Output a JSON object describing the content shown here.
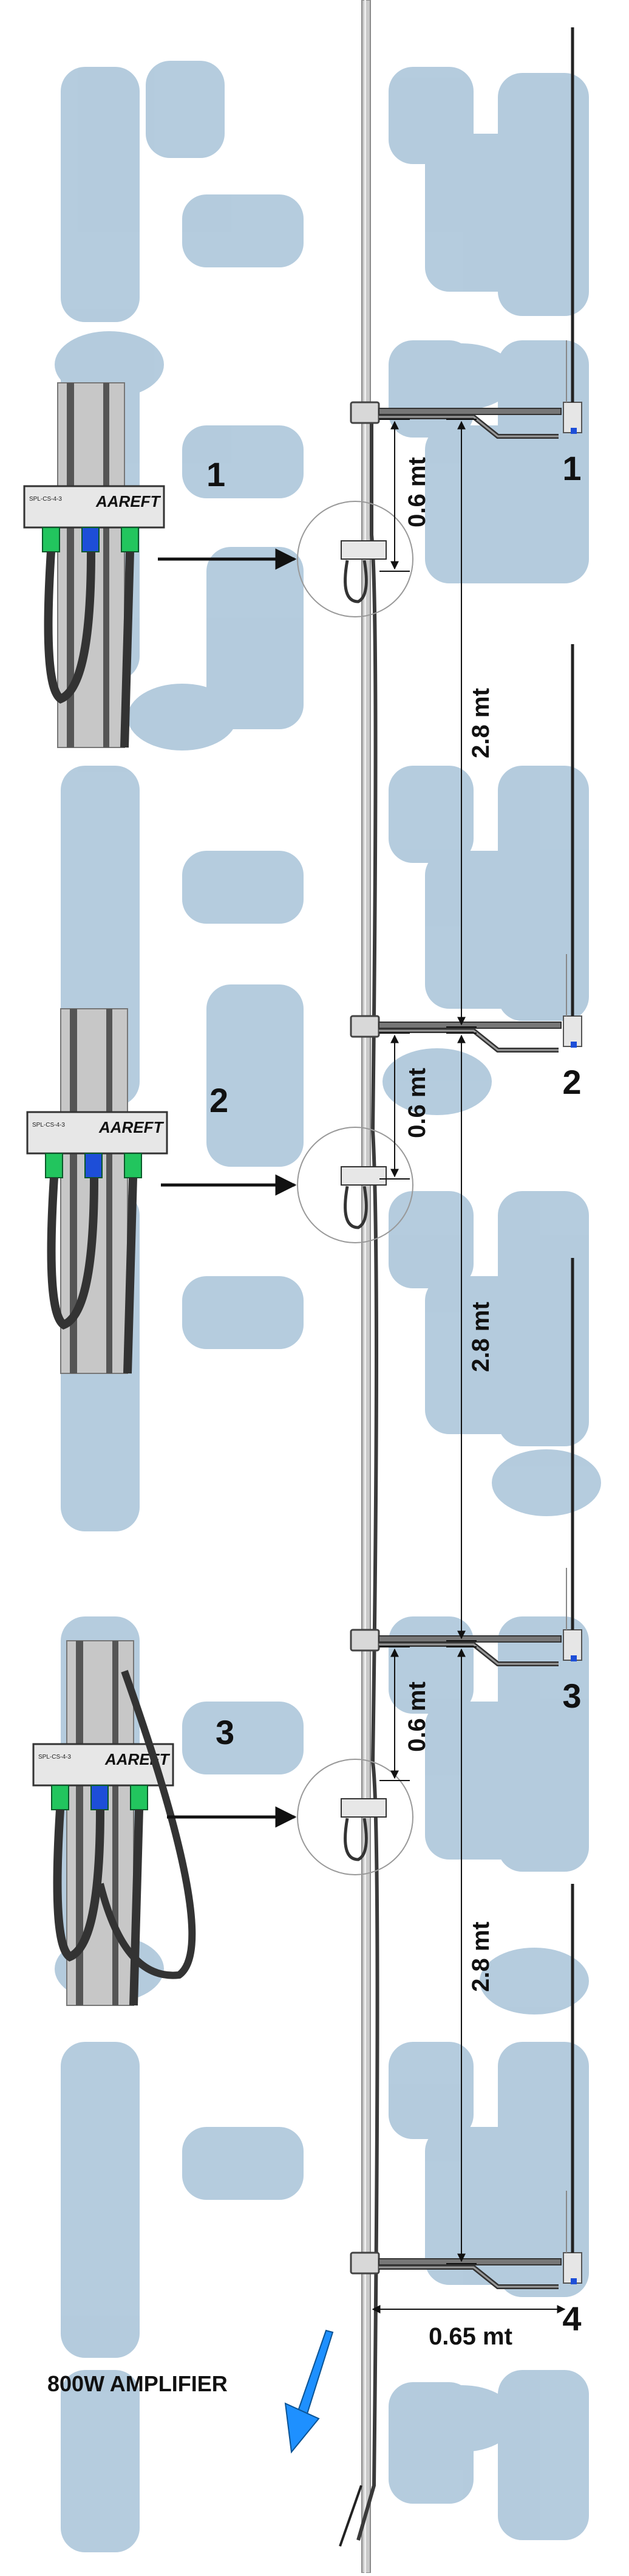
{
  "colors": {
    "watermark": "#a8c3d8",
    "mast": "#b8b8b8",
    "boom": "#555555",
    "coax": "#3a3a3a",
    "connector_green": "#22c55e",
    "connector_blue": "#1d4ed8",
    "amplifier_arrow": "#1e90ff"
  },
  "icons": {
    "watermark": "watermark-logo",
    "arrow": "right-arrow-icon",
    "amplifier_arrow": "down-left-arrow-icon"
  },
  "diagram": {
    "dipoles": [
      {
        "label": "1"
      },
      {
        "label": "2"
      },
      {
        "label": "3"
      },
      {
        "label": "4"
      }
    ],
    "splitters": [
      {
        "label": "1",
        "brand": "AAREFT",
        "model": "SPL-CS-4-3"
      },
      {
        "label": "2",
        "brand": "AAREFT",
        "model": "SPL-CS-4-3"
      },
      {
        "label": "3",
        "brand": "AAREFT",
        "model": "SPL-CS-4-3"
      }
    ],
    "dimensions": {
      "short_spacing": "0.6 mt",
      "long_spacing": "2.8 mt",
      "boom_length": "0.65 mt"
    },
    "amplifier_label": "800W AMPLIFIER"
  }
}
